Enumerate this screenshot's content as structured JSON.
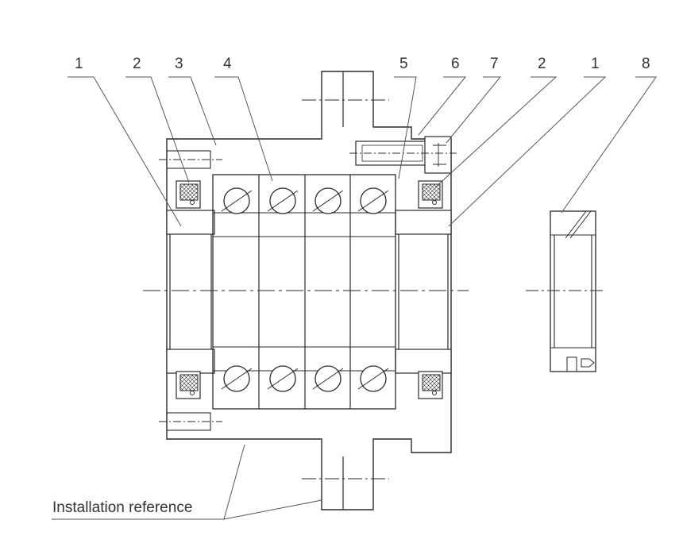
{
  "callouts": {
    "c1_left": "1",
    "c2_left": "2",
    "c3": "3",
    "c4": "4",
    "c5": "5",
    "c6": "6",
    "c7": "7",
    "c2_right": "2",
    "c1_right": "1",
    "c8": "8"
  },
  "installation_label": "Installation reference",
  "colors": {
    "line": "#2a2a2a",
    "leader": "#555555",
    "text": "#333333"
  }
}
